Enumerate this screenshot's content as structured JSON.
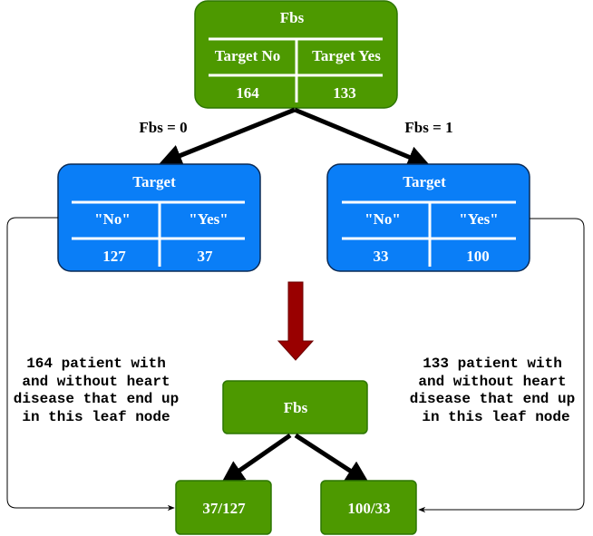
{
  "colors": {
    "green_fill": "#4d9900",
    "green_stroke": "#2d7600",
    "blue_fill": "#0a7ef7",
    "blue_stroke": "#0a2a55",
    "red_arrow": "#990000",
    "line": "#000000",
    "table_line": "#ffffff"
  },
  "root": {
    "title": "Fbs",
    "col_left": "Target No",
    "col_right": "Target Yes",
    "val_left": "164",
    "val_right": "133"
  },
  "edges": {
    "left": "Fbs = 0",
    "right": "Fbs = 1"
  },
  "left_node": {
    "title": "Target",
    "col_left": "\"No\"",
    "col_right": "\"Yes\"",
    "val_left": "127",
    "val_right": "37"
  },
  "right_node": {
    "title": "Target",
    "col_left": "\"No\"",
    "col_right": "\"Yes\"",
    "val_left": "33",
    "val_right": "100"
  },
  "notes": {
    "left": [
      "164 patient with",
      "and without heart",
      "disease that end up",
      "in this leaf node"
    ],
    "right": [
      "133 patient with",
      "and without heart",
      "disease that end up",
      "in this leaf node"
    ]
  },
  "summary": {
    "title": "Fbs",
    "leaf_left": "37/127",
    "leaf_right": "100/33"
  }
}
